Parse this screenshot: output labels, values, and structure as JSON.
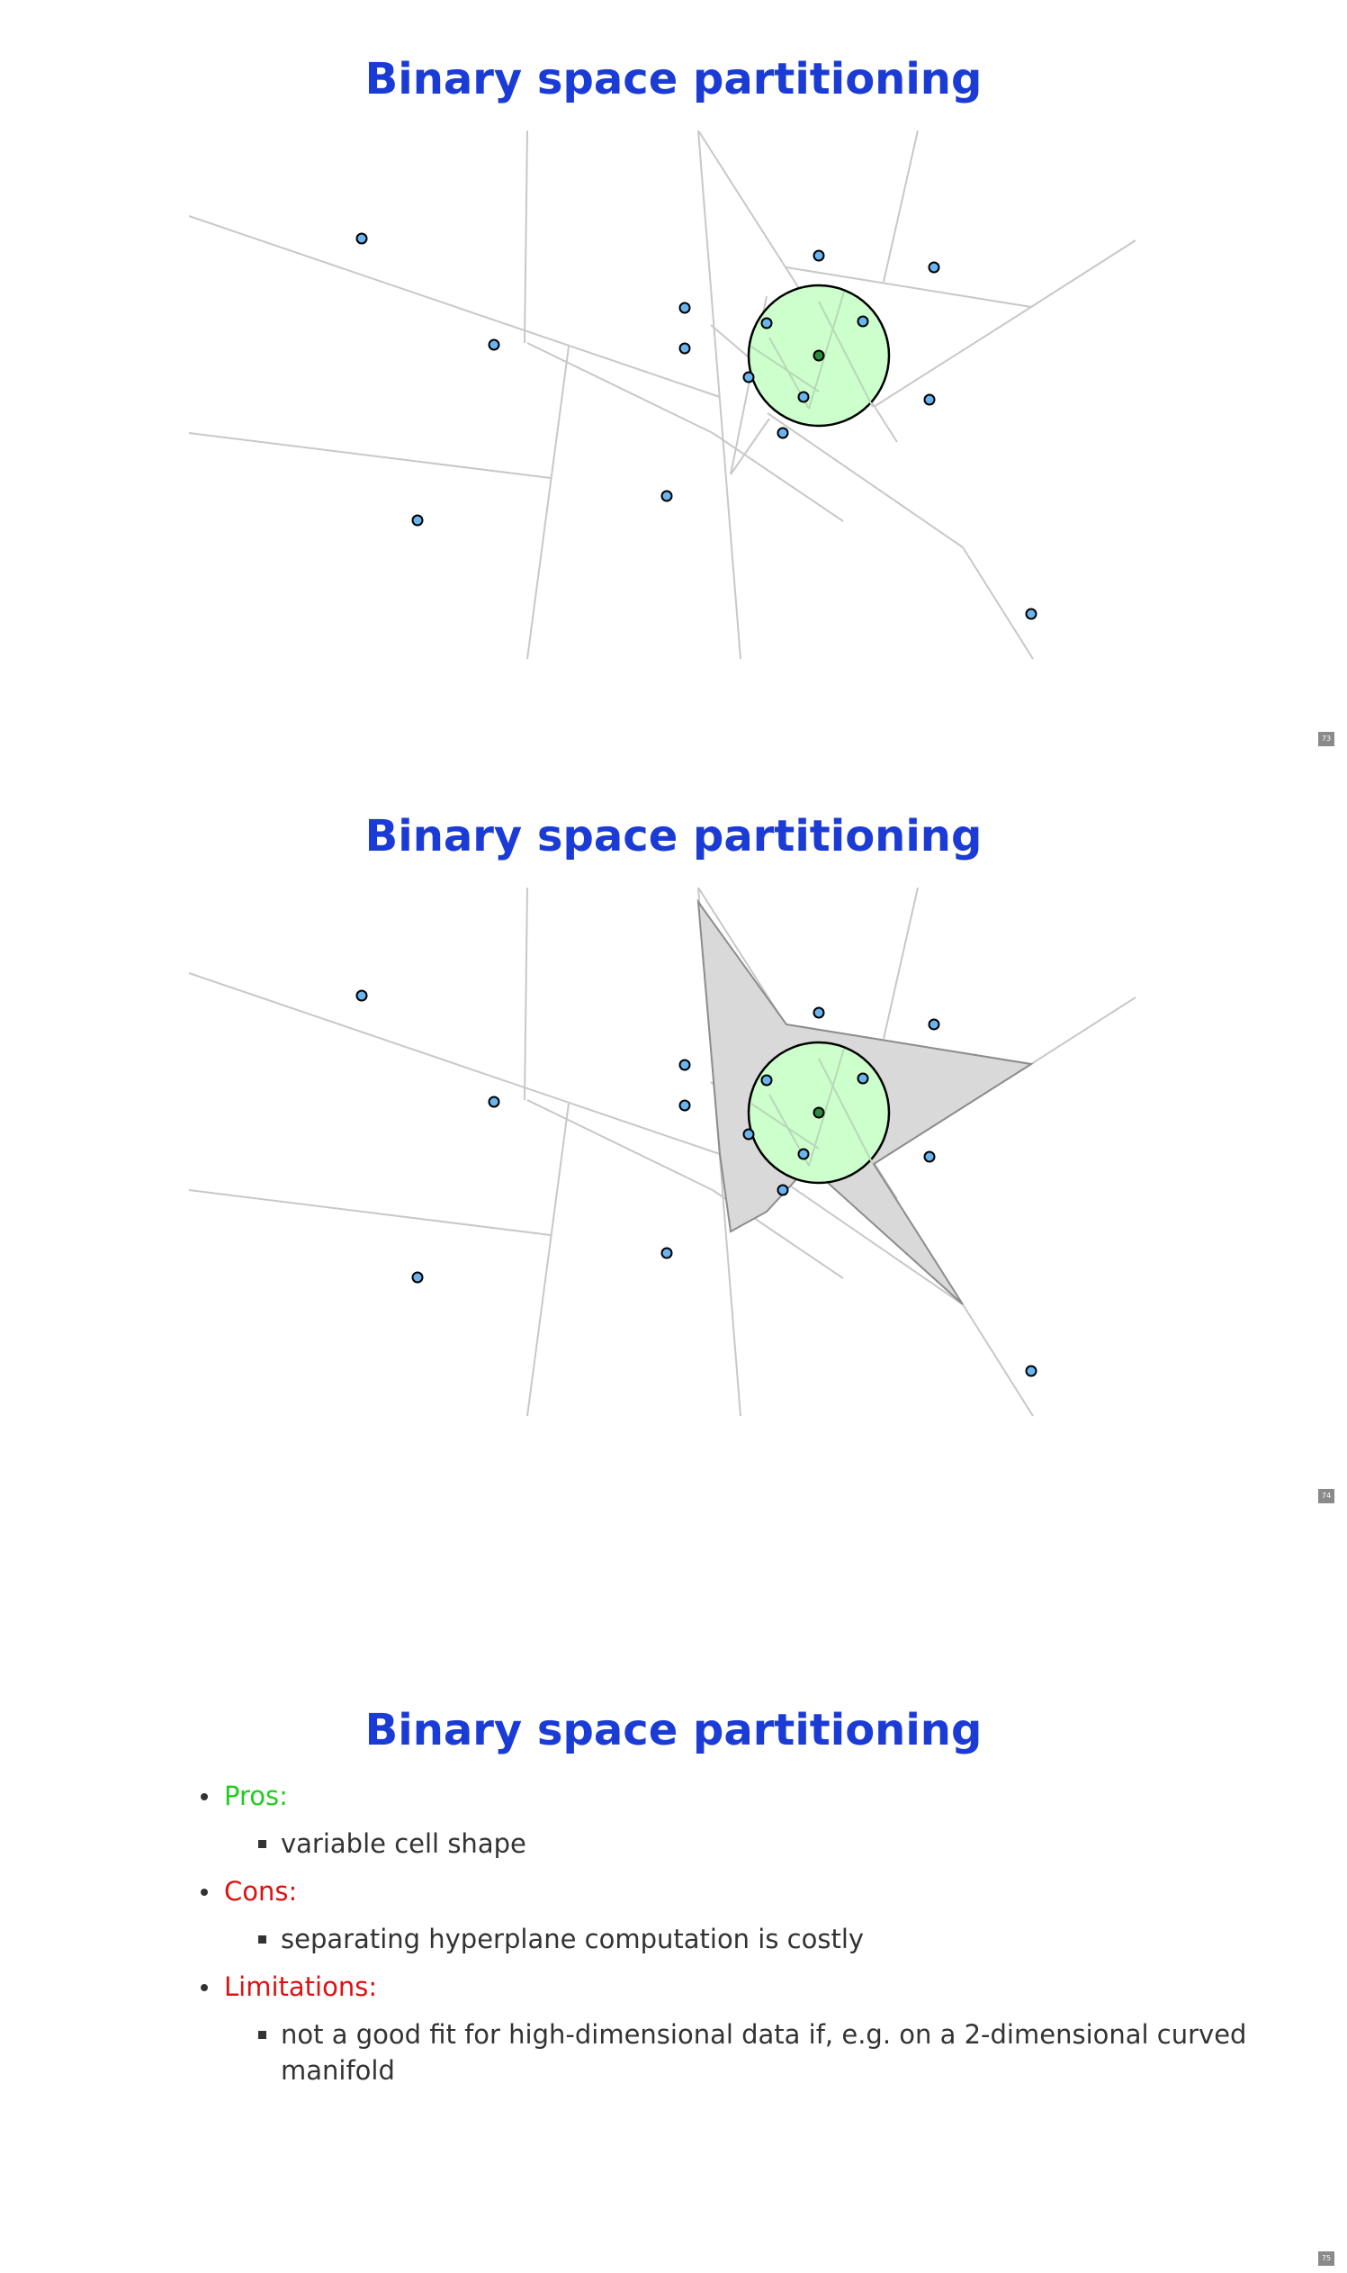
{
  "slides": [
    {
      "title": "Binary space partitioning",
      "number": "73"
    },
    {
      "title": "Binary space partitioning",
      "number": "74"
    },
    {
      "title": "Binary space partitioning",
      "number": "75",
      "bullets": {
        "pros_label": "Pros:",
        "pros_item": "variable cell shape",
        "cons_label": "Cons:",
        "cons_item": "separating hyperplane computation is costly",
        "limitations_label": "Limitations:",
        "limitations_item": "not a good fit for high-dimensional data if, e.g. on a 2-dimensional curved manifold"
      }
    }
  ],
  "colors": {
    "title": "#1a3bd6",
    "pros": "#22cc22",
    "cons": "#dd1111",
    "point_fill": "#6ab4f0",
    "query_fill": "#2e8b3e",
    "query_circle_fill": "#ccffcc",
    "highlight_cell_fill": "#d9d9d9",
    "partition_line": "#c8c8c8"
  }
}
